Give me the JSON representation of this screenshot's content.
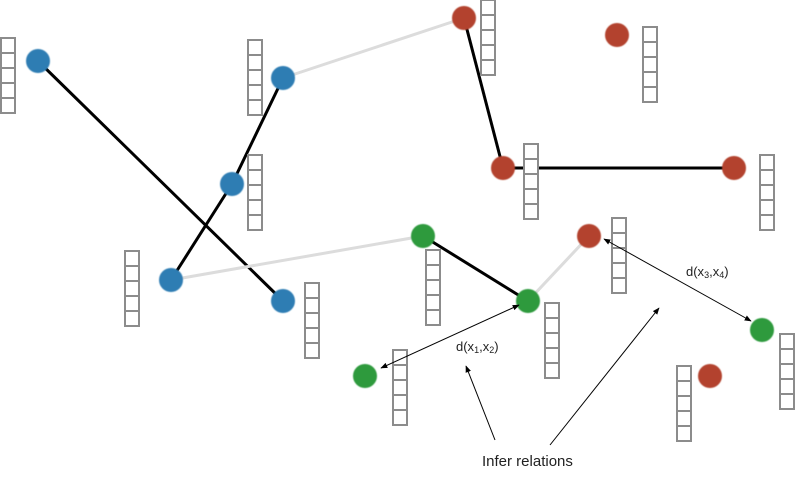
{
  "colors": {
    "blue": "#2f7db3",
    "red": "#b3432f",
    "green": "#2e9a3e",
    "strong_edge": "#000000",
    "weak_edge": "#dcdcdc",
    "vector_border": "#8c8c8c"
  },
  "labels": {
    "distance_1": "d(x",
    "distance_1_sub_a": "1",
    "distance_1_sub_b": "2",
    "distance_2": "d(x",
    "distance_2_sub_a": "3",
    "distance_2_sub_b": "4",
    "caption": "Infer relations"
  },
  "node_groups": [
    "blue",
    "red",
    "green"
  ],
  "vector_cells": 5
}
